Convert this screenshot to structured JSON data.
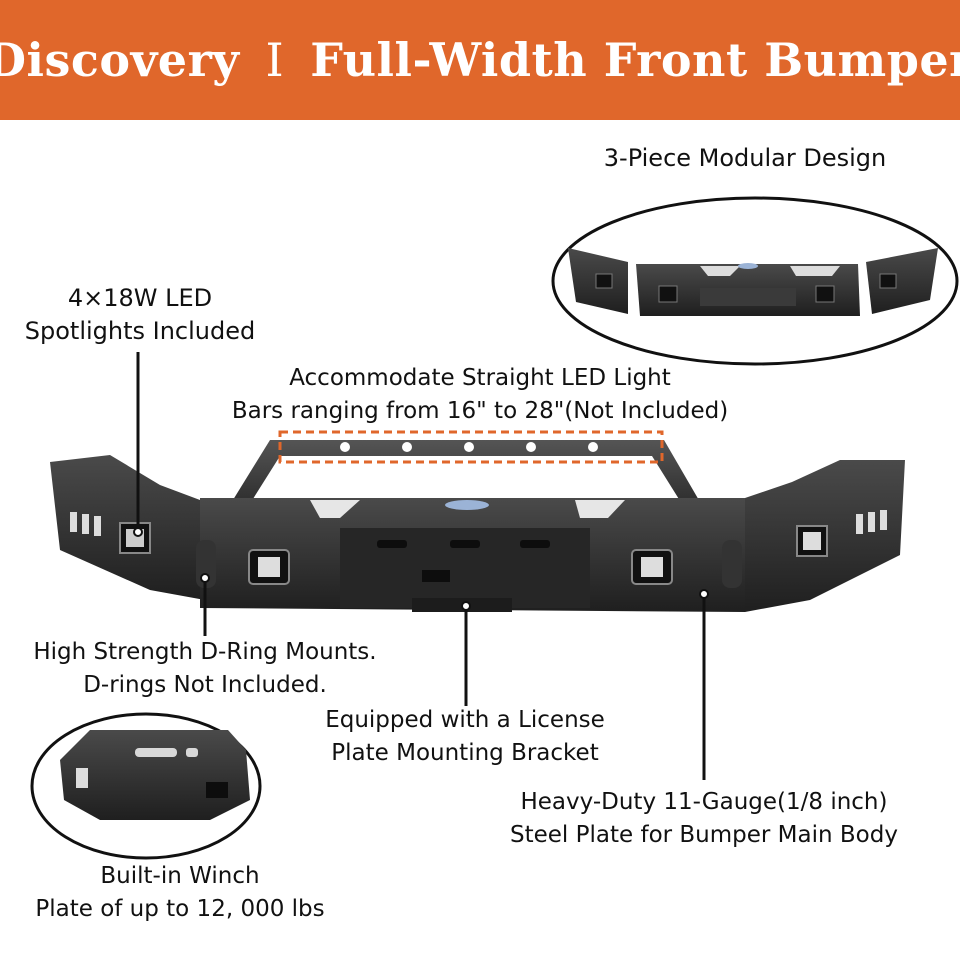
{
  "banner": {
    "brand": "Discovery",
    "separator": "I",
    "product": "Full-Width Front Bumper",
    "background_color": "#e0672b"
  },
  "callouts": {
    "modular": {
      "line1": "3-Piece Modular Design"
    },
    "spotlights": {
      "line1": "4×18W LED",
      "line2": "Spotlights Included"
    },
    "led_bar": {
      "line1": "Accommodate Straight LED Light",
      "line2": "Bars ranging from 16\" to 28\"(Not Included)"
    },
    "d_ring": {
      "line1": "High Strength D-Ring Mounts.",
      "line2": "D-rings Not Included."
    },
    "license": {
      "line1": "Equipped with a License",
      "line2": "Plate Mounting Bracket"
    },
    "steel": {
      "line1": "Heavy-Duty 11-Gauge(1/8 inch)",
      "line2": "Steel Plate for Bumper Main Body"
    },
    "winch": {
      "line1": "Built-in Winch",
      "line2": "Plate of up to 12, 000 lbs"
    }
  },
  "colors": {
    "bumper_body": "#2d2d2d",
    "bumper_highlight": "#4a4a4a",
    "led_frame_dash": "#e0672b"
  }
}
